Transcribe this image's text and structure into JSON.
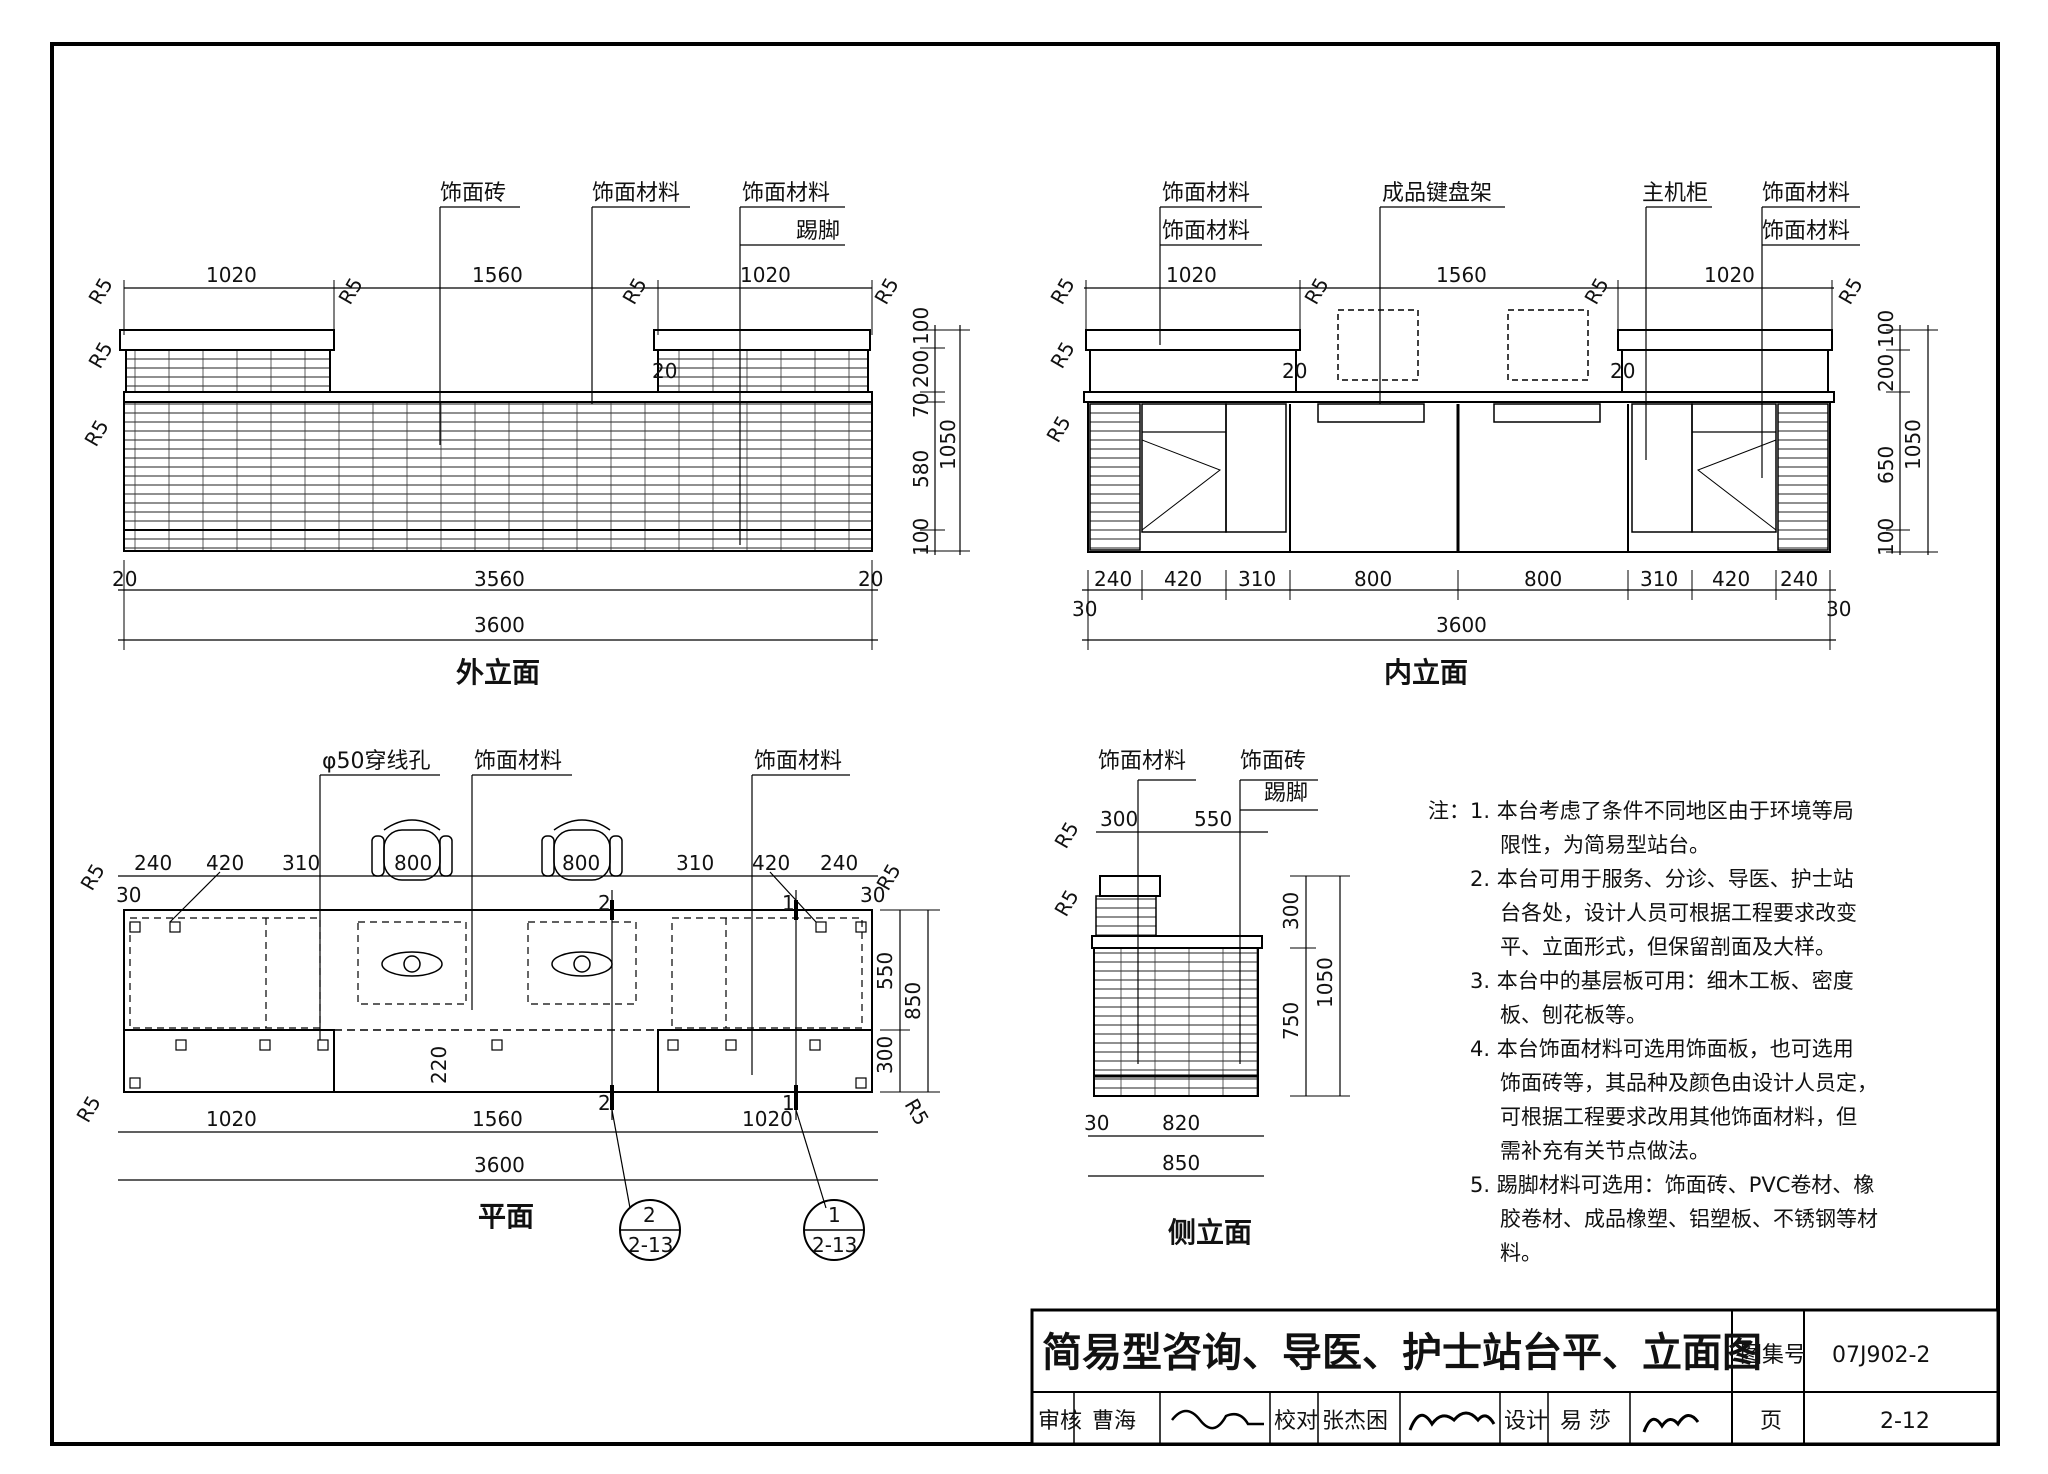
{
  "labels": {
    "finish_tile": "饰面砖",
    "finish_material": "饰面材料",
    "kickplate": "踢脚",
    "keyboard_tray": "成品键盘架",
    "host_cabinet": "主机柜",
    "wire_hole": "φ50穿线孔"
  },
  "view_titles": {
    "outer": "外立面",
    "inner": "内立面",
    "plan": "平面",
    "side": "侧立面"
  },
  "dims": {
    "d1020": "1020",
    "d1560": "1560",
    "d3560": "3560",
    "d3600": "3600",
    "d20": "20",
    "d30": "30",
    "r5": "R5",
    "d100": "100",
    "d200": "200",
    "d70": "70",
    "d580": "580",
    "d1050": "1050",
    "d650": "650",
    "d240": "240",
    "d420": "420",
    "d310": "310",
    "d800": "800",
    "d550": "550",
    "d300": "300",
    "d850": "850",
    "d220": "220",
    "d750": "750",
    "d820": "820"
  },
  "section_marks": {
    "s1": "1",
    "s2": "2",
    "ref": "2-13"
  },
  "notes": {
    "prefix": "注：",
    "items": [
      "1. 本台考虑了条件不同地区由于环境等局",
      "限性，为简易型站台。",
      "2. 本台可用于服务、分诊、导医、护士站",
      "台各处，设计人员可根据工程要求改变",
      "平、立面形式，但保留剖面及大样。",
      "3. 本台中的基层板可用：细木工板、密度",
      "板、刨花板等。",
      "4. 本台饰面材料可选用饰面板，也可选用",
      "饰面砖等，其品种及颜色由设计人员定，",
      "可根据工程要求改用其他饰面材料，但",
      "需补充有关节点做法。",
      "5. 踢脚材料可选用：饰面砖、PVC卷材、橡",
      "胶卷材、成品橡塑、铝塑板、不锈钢等材",
      "料。"
    ]
  },
  "title_block": {
    "title": "简易型咨询、导医、护士站台平、立面图",
    "atlas_label": "图集号",
    "atlas_no": "07J902-2",
    "review_label": "审核",
    "reviewer": "曹海",
    "check_label": "校对",
    "checker": "张杰困",
    "design_label": "设计",
    "designer": "易 莎",
    "page_label": "页",
    "page_no": "2-12"
  }
}
